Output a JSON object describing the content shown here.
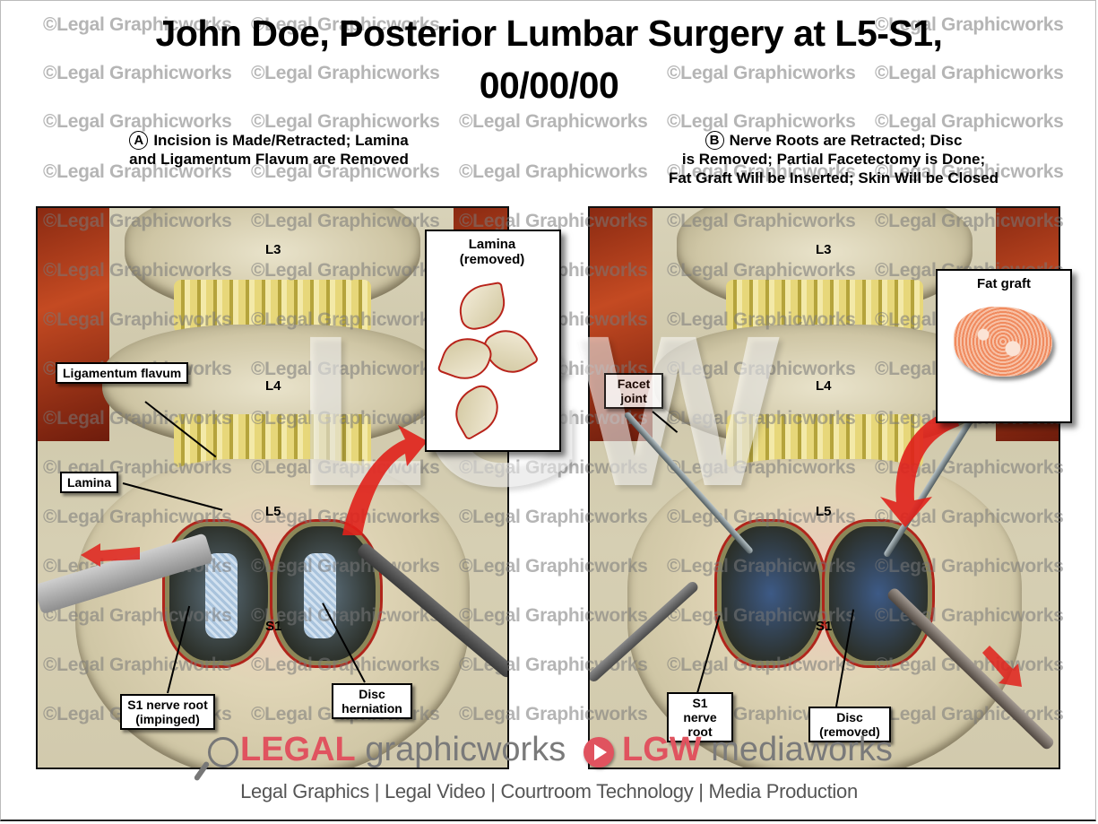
{
  "header": {
    "title_line1": "John Doe, Posterior Lumbar Surgery at L5-S1,",
    "title_line2": "00/00/00"
  },
  "panel_a": {
    "marker": "A",
    "caption_line1": "Incision is Made/Retracted; Lamina",
    "caption_line2": "and Ligamentum Flavum are Removed",
    "vertebra_labels": [
      "L3",
      "L4",
      "L5",
      "S1"
    ],
    "callouts": {
      "ligamentum_flavum": "Ligamentum flavum",
      "lamina": "Lamina",
      "s1_nerve_root": "S1 nerve root (impinged)",
      "disc_herniation": "Disc herniation"
    },
    "inset": {
      "title": "Lamina (removed)"
    }
  },
  "panel_b": {
    "marker": "B",
    "caption_line1": "Nerve Roots are Retracted; Disc",
    "caption_line2": "is Removed; Partial Facetectomy is Done;",
    "caption_line3": "Fat Graft Will be Inserted; Skin Will be Closed",
    "vertebra_labels": [
      "L3",
      "L4",
      "L5",
      "S1"
    ],
    "callouts": {
      "facet_joint": "Facet joint",
      "s1_nerve_root": "S1 nerve root",
      "disc_removed": "Disc (removed)"
    },
    "inset": {
      "title": "Fat graft"
    }
  },
  "watermark": {
    "text": "©Legal Graphicworks",
    "big_mark": "LGW"
  },
  "footer": {
    "logo1_red": "LEGAL",
    "logo1_grey": " graphicworks",
    "logo2_red": "LGW",
    "logo2_grey": " mediaworks",
    "tagline": "Legal Graphics | Legal Video | Courtroom Technology | Media Production"
  },
  "colors": {
    "brand_red": "#e0535f",
    "brand_grey": "#7a7a7a",
    "arrow_red": "#e0211b",
    "bone": "#d8d2b8"
  }
}
